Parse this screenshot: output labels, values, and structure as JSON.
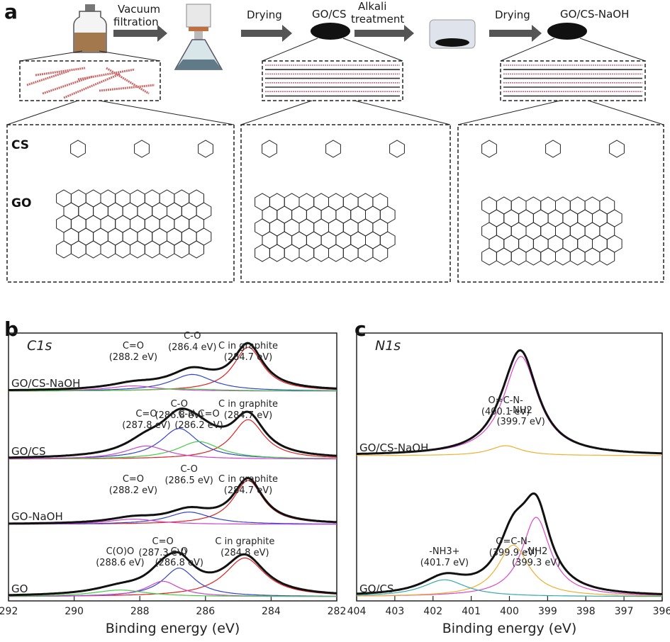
{
  "panel_a": {
    "label": "a",
    "steps": {
      "vacuum": "Vacuum",
      "filtration": "filtration",
      "drying1": "Drying",
      "gocs": "GO/CS",
      "alkali": "Alkali",
      "treatment": "treatment",
      "drying2": "Drying",
      "gocsnaoh": "GO/CS-NaOH"
    },
    "mol_labels": {
      "cs": "CS",
      "go": "GO"
    }
  },
  "chart_data": [
    {
      "type": "line",
      "panel": "b",
      "title": "C1s",
      "xlabel": "Binding energy (eV)",
      "xlim": [
        292,
        282
      ],
      "xticks": [
        292,
        290,
        288,
        286,
        284,
        282
      ],
      "series": [
        {
          "name": "GO/CS-NaOH",
          "peaks": [
            {
              "center": 284.7,
              "height": 1.0,
              "width": 0.55,
              "color": "#e02020"
            },
            {
              "center": 286.4,
              "height": 0.38,
              "width": 0.8,
              "color": "#3344cc"
            },
            {
              "center": 288.2,
              "height": 0.12,
              "width": 0.9,
              "color": "#cc44cc"
            },
            {
              "center": 286.8,
              "height": 0.05,
              "width": 1.5,
              "color": "#44cc44"
            }
          ],
          "annotations": [
            {
              "text": "C=O",
              "sub": "(288.2 eV)"
            },
            {
              "text": "C-O",
              "sub": "(286.4 eV)"
            },
            {
              "text": "C in graphite",
              "sub": "(284.7 eV)"
            }
          ]
        },
        {
          "name": "GO/CS",
          "peaks": [
            {
              "center": 284.7,
              "height": 0.9,
              "width": 0.6,
              "color": "#e02020"
            },
            {
              "center": 286.8,
              "height": 0.7,
              "width": 0.7,
              "color": "#3344cc"
            },
            {
              "center": 286.2,
              "height": 0.4,
              "width": 0.8,
              "color": "#44cc44"
            },
            {
              "center": 287.8,
              "height": 0.3,
              "width": 0.8,
              "color": "#cc44cc"
            }
          ],
          "annotations": [
            {
              "text": "C=O",
              "sub": "(287.8 eV)"
            },
            {
              "text": "C-O",
              "sub": "(286.8 eV)"
            },
            {
              "text": "C-N-C=O",
              "sub": "(286.2 eV)"
            },
            {
              "text": "C in graphite",
              "sub": "(284.7 eV)"
            }
          ]
        },
        {
          "name": "GO-NaOH",
          "peaks": [
            {
              "center": 284.7,
              "height": 1.0,
              "width": 0.55,
              "color": "#e02020"
            },
            {
              "center": 286.5,
              "height": 0.28,
              "width": 0.8,
              "color": "#3344cc"
            },
            {
              "center": 288.2,
              "height": 0.12,
              "width": 0.9,
              "color": "#cc44cc"
            }
          ],
          "annotations": [
            {
              "text": "C=O",
              "sub": "(288.2 eV)"
            },
            {
              "text": "C-O",
              "sub": "(286.5 eV)"
            },
            {
              "text": "C in graphite",
              "sub": "(284.7 eV)"
            }
          ]
        },
        {
          "name": "GO",
          "peaks": [
            {
              "center": 284.8,
              "height": 0.88,
              "width": 0.75,
              "color": "#e02020"
            },
            {
              "center": 286.8,
              "height": 0.65,
              "width": 0.6,
              "color": "#3344cc"
            },
            {
              "center": 287.3,
              "height": 0.35,
              "width": 0.6,
              "color": "#cc44cc"
            },
            {
              "center": 288.6,
              "height": 0.15,
              "width": 1.0,
              "color": "#44cc44"
            }
          ],
          "annotations": [
            {
              "text": "C(O)O",
              "sub": "(288.6 eV)"
            },
            {
              "text": "C=O",
              "sub": "(287.3 eV)"
            },
            {
              "text": "C-O",
              "sub": "(286.8 eV)"
            },
            {
              "text": "C in graphite",
              "sub": "(284.8 eV)"
            }
          ]
        }
      ]
    },
    {
      "type": "line",
      "panel": "c",
      "title": "N1s",
      "xlabel": "Binding energy (eV)",
      "xlim": [
        404,
        396
      ],
      "xticks": [
        404,
        403,
        402,
        401,
        400,
        399,
        398,
        397,
        396
      ],
      "series": [
        {
          "name": "GO/CS-NaOH",
          "peaks": [
            {
              "center": 399.7,
              "height": 1.0,
              "width": 0.55,
              "color": "#dd44cc"
            },
            {
              "center": 400.1,
              "height": 0.1,
              "width": 0.5,
              "color": "#f0b030"
            }
          ],
          "annotations": [
            {
              "text": "-NH2",
              "sub": "(399.7 eV)"
            },
            {
              "text": "O=C-N-",
              "sub": "(400.1 eV)"
            }
          ]
        },
        {
          "name": "GO/CS",
          "peaks": [
            {
              "center": 399.3,
              "height": 0.8,
              "width": 0.45,
              "color": "#dd44cc"
            },
            {
              "center": 399.9,
              "height": 0.52,
              "width": 0.5,
              "color": "#f0b030"
            },
            {
              "center": 401.7,
              "height": 0.17,
              "width": 0.7,
              "color": "#33aaaa"
            }
          ],
          "annotations": [
            {
              "text": "-NH2",
              "sub": "(399.3 eV)"
            },
            {
              "text": "O=C-N-",
              "sub": "(399.9 eV)"
            },
            {
              "text": "-NH3+",
              "sub": "(401.7 eV)"
            }
          ]
        }
      ]
    }
  ],
  "panel_b": {
    "label": "b"
  },
  "panel_c": {
    "label": "c"
  }
}
